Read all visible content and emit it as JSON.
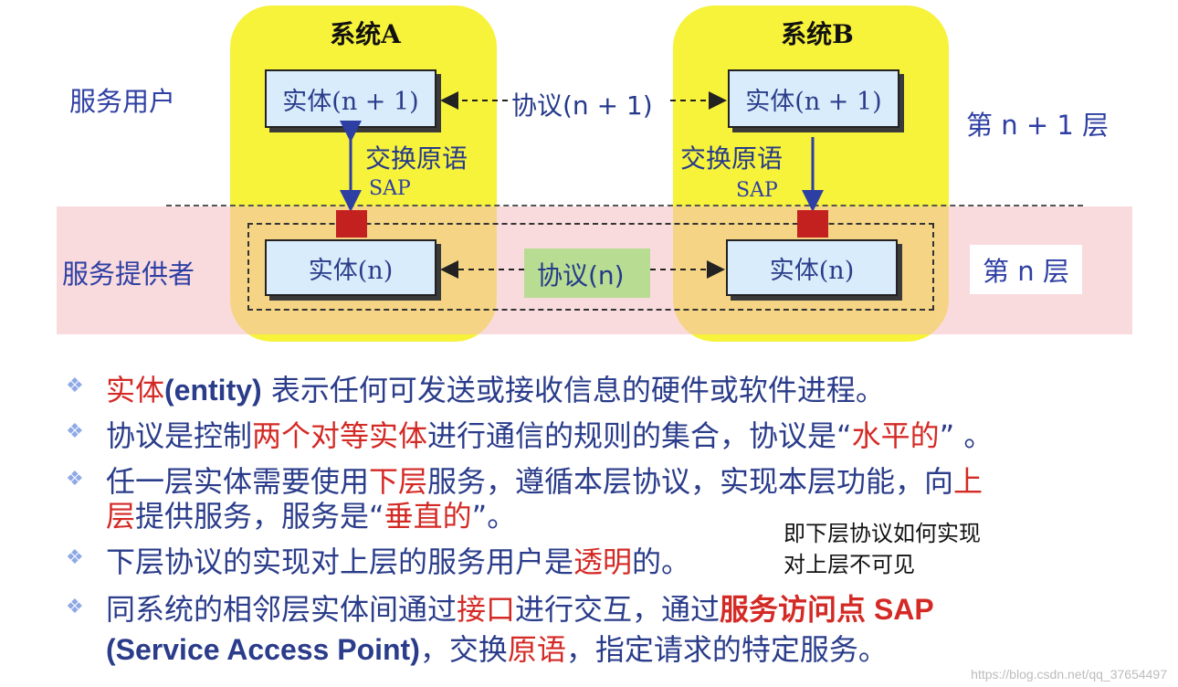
{
  "systems": {
    "a_title": "系统A",
    "b_title": "系统B"
  },
  "left_labels": {
    "service_user": "服务用户",
    "service_provider": "服务提供者"
  },
  "right_labels": {
    "layer_n_plus_1": "第 n + 1 层",
    "layer_n": "第 n 层"
  },
  "entities": {
    "a_upper": "实体(n + 1)",
    "b_upper": "实体(n + 1)",
    "a_lower": "实体(n)",
    "b_lower": "实体(n)"
  },
  "protocols": {
    "upper": "协议(n + 1)",
    "lower": "协议(n)"
  },
  "primitive": {
    "a_label": "交换原语",
    "b_label": "交换原语",
    "a_sap": "SAP",
    "b_sap": "SAP"
  },
  "bullets": {
    "b1_r1": "实体",
    "b1_b1": "(entity)",
    "b1_t1": " 表示任何可发送或接收信息的硬件或软件进程。",
    "b2_t1": "协议是控制",
    "b2_r1": "两个对等实体",
    "b2_t2": "进行通信的规则的集合，协议是“",
    "b2_r2": "水平的",
    "b2_t3": "” 。",
    "b3_t1": "任一层实体需要使用",
    "b3_r1": "下层",
    "b3_t2": "服务，遵循本层协议，实现本层功能，向",
    "b3_r2": "上",
    "b3_r3": "层",
    "b3_t3": "提供服务，服务是“",
    "b3_r4": "垂直的",
    "b3_t4": "”。",
    "b4_t1": "下层协议的实现对上层的服务用户是",
    "b4_r1": "透明",
    "b4_t2": "的。",
    "b5_t1": "同系统的相邻层实体间通过",
    "b5_r1": "接口",
    "b5_t2": "进行交互，通过",
    "b5_r2": "服务访问点 SAP",
    "b5_b1": "(Service Access Point)",
    "b5_t3": "，交换",
    "b5_r3": "原语",
    "b5_t4": "，指定请求的特定服务。"
  },
  "note": {
    "line1": "即下层协议如何实现",
    "line2": "对上层不可见"
  },
  "watermark": "https://blog.csdn.net/qq_37654497",
  "colors": {
    "system_bg": "#f7f23a",
    "band_bg": "#f4bec2",
    "entity_bg": "#d9ecfb",
    "text_blue": "#2a3c8a",
    "emphasis_red": "#d42a25",
    "sap_red": "#c2211f"
  }
}
